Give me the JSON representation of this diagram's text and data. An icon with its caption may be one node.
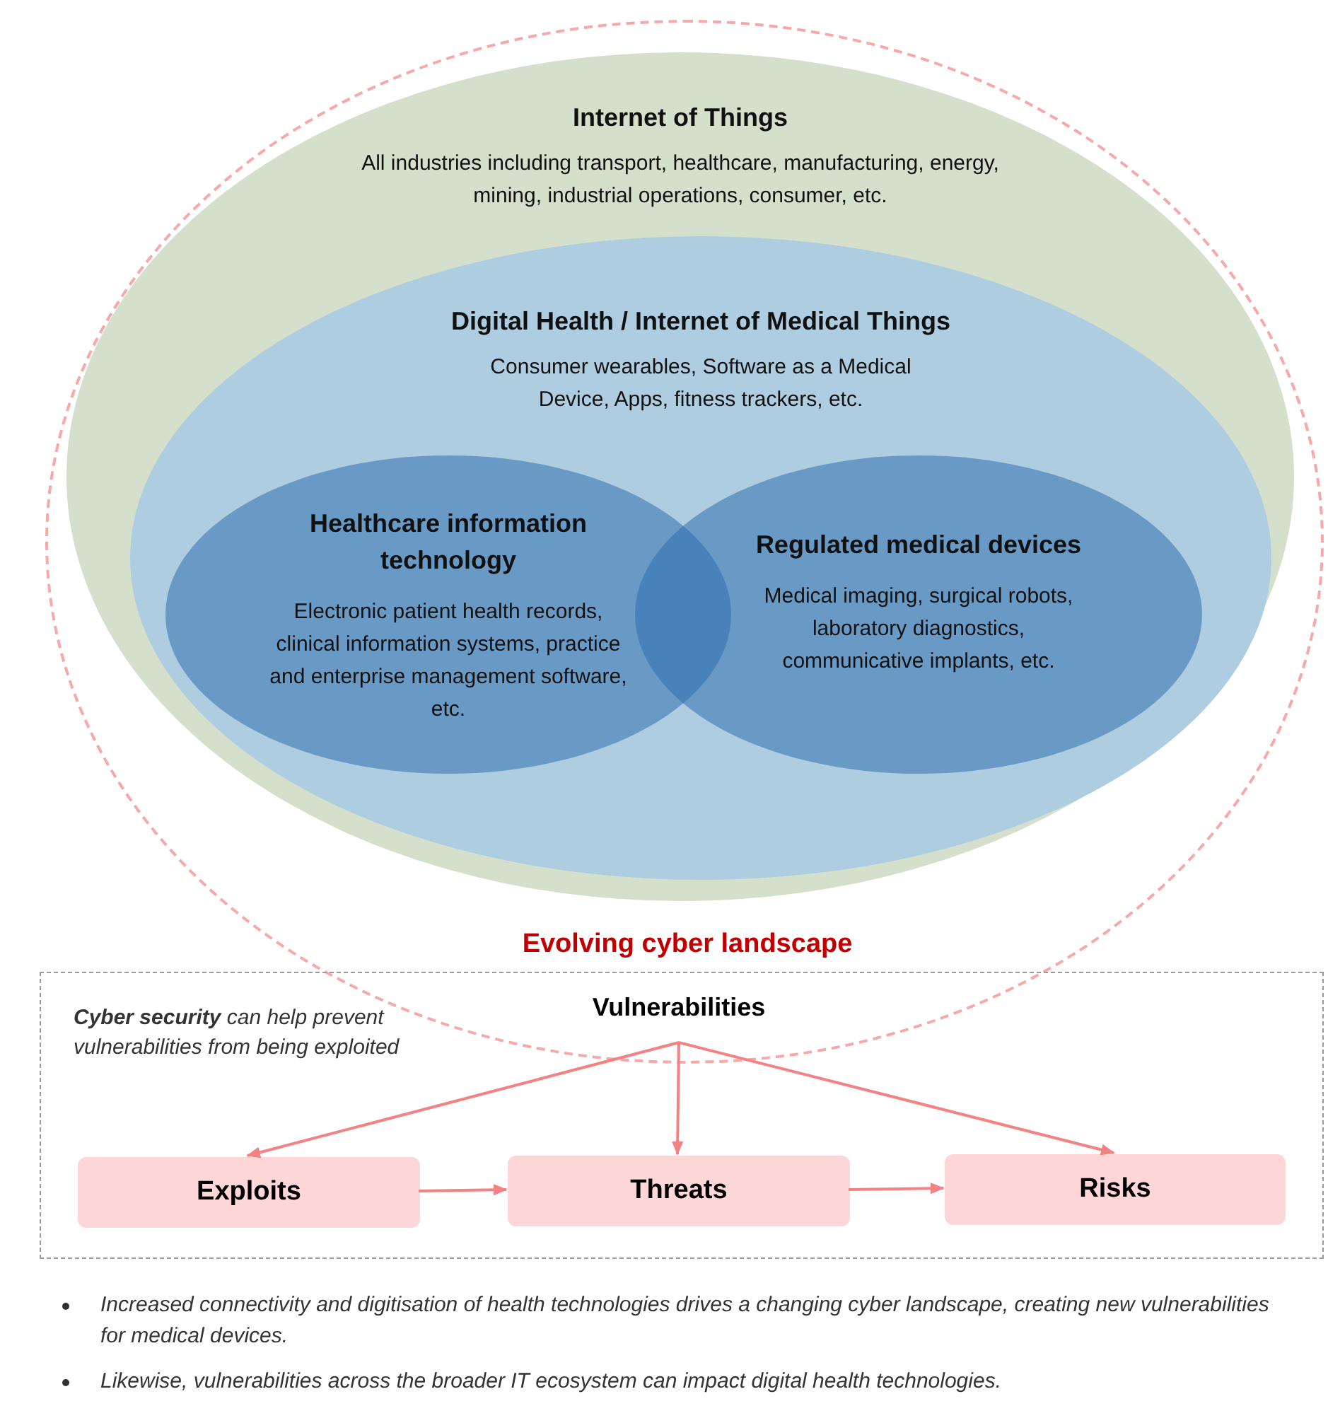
{
  "diagram": {
    "nodes": [
      {
        "text": [
          "Evolving cyber landscape"
        ]
      },
      {
        "text": [
          "Internet of Things",
          "All industries including transport, healthcare, manufacturing, energy, mining, industrial operations, consumer, etc."
        ],
        "in": 0
      },
      {
        "text": [
          "Digital Health / Internet of Medical Things",
          "Consumer wearables, Software as a Medical Device, Apps, fitness trackers, etc."
        ],
        "in": 1
      },
      {
        "text": [
          "Healthcare information technology",
          "Electronic patient health records, clinical information systems, practice and enterprise management software, etc."
        ],
        "in": 2
      },
      {
        "text": [
          "Regulated medical devices",
          "Medical imaging, surgical robots, laboratory diagnostics, communicative implants, etc."
        ],
        "in": 2
      },
      {
        "text": [
          "**Cyber security** can help prevent vulnerabilities from being exploited"
        ]
      },
      {
        "text": [
          "Vulnerabilities"
        ]
      },
      {
        "text": [
          "Exploits"
        ],
        "in": 5
      },
      {
        "text": [
          "Threats"
        ],
        "in": 5
      },
      {
        "text": [
          "Risks"
        ],
        "in": 5
      }
    ],
    "edges": [
      {
        "from": 6,
        "to": 7,
        "arrow": "to"
      },
      {
        "from": 6,
        "to": 8,
        "arrow": "to"
      },
      {
        "from": 6,
        "to": 9,
        "arrow": "to"
      },
      {
        "from": 7,
        "to": 8,
        "arrow": "to"
      },
      {
        "from": 8,
        "to": 9,
        "arrow": "to"
      }
    ],
    "labels": [
      "Increased connectivity and digitisation of health technologies drives a changing cyber landscape, creating new vulnerabilities for medical devices.",
      "Likewise, vulnerabilities across the broader IT ecosystem can impact digital health technologies."
    ]
  }
}
